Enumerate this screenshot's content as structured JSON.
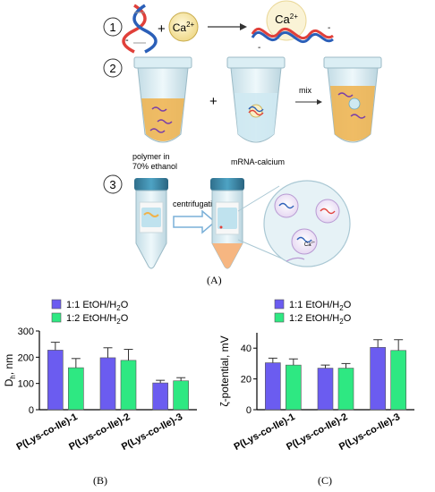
{
  "scheme": {
    "step1": "1",
    "step2": "2",
    "step3": "3",
    "plus": "+",
    "ion": "Ca",
    "ion_charge": "2+",
    "bound_ion": "Ca",
    "bound_charge": "2+",
    "minus": "-",
    "mix": "mix",
    "polymer_line1": "polymer in",
    "polymer_line2": "70% ethanol",
    "mrna_label": "mRNA-calcium",
    "centrifugation": "centrifugation",
    "np_ion": "Ca",
    "np_charge": "2+"
  },
  "panel_labels": {
    "a": "(A)",
    "b": "(B)",
    "c": "(C)"
  },
  "colors": {
    "series1": "#6b5cf0",
    "series2": "#2ee882",
    "ethanol": "#f0b24a",
    "tube": "#d9eef5",
    "cap": "#2f7fa0",
    "dna_red": "#e0403a",
    "dna_blue": "#2b5fb8",
    "calcium": "#f6e7a8"
  },
  "chart_data": [
    {
      "type": "bar",
      "panel": "B",
      "ylabel": "D",
      "ylabel_sub": "h",
      "ylabel_unit": ", nm",
      "categories": [
        "P(Lys-co-Ile)-1",
        "P(Lys-co-Ile)-2",
        "P(Lys-co-Ile)-3"
      ],
      "series": [
        {
          "name": "1:1 EtOH/H",
          "name_sub": "2",
          "name_end": "O",
          "values": [
            227,
            198,
            102
          ],
          "errors": [
            30,
            38,
            10
          ]
        },
        {
          "name": "1:2 EtOH/H",
          "name_sub": "2",
          "name_end": "O",
          "values": [
            160,
            188,
            110
          ],
          "errors": [
            35,
            42,
            12
          ]
        }
      ],
      "ylim": [
        0,
        300
      ],
      "yticks": [
        "0",
        "100",
        "200",
        "300"
      ],
      "grid": false,
      "legend": "top-left"
    },
    {
      "type": "bar",
      "panel": "C",
      "ylabel": "ζ-potential, mV",
      "categories": [
        "P(Lys-co-Ile)-1",
        "P(Lys-co-Ile)-2",
        "P(Lys-co-Ile)-3"
      ],
      "series": [
        {
          "name": "1:1 EtOH/H",
          "name_sub": "2",
          "name_end": "O",
          "values": [
            30.5,
            27,
            40.5
          ],
          "errors": [
            3,
            2,
            5
          ]
        },
        {
          "name": "1:2 EtOH/H",
          "name_sub": "2",
          "name_end": "O",
          "values": [
            29,
            27,
            38.5
          ],
          "errors": [
            4,
            3,
            7
          ]
        }
      ],
      "ylim": [
        0,
        50
      ],
      "yticks": [
        "0",
        "20",
        "40"
      ],
      "grid": false,
      "legend": "top-left"
    }
  ]
}
